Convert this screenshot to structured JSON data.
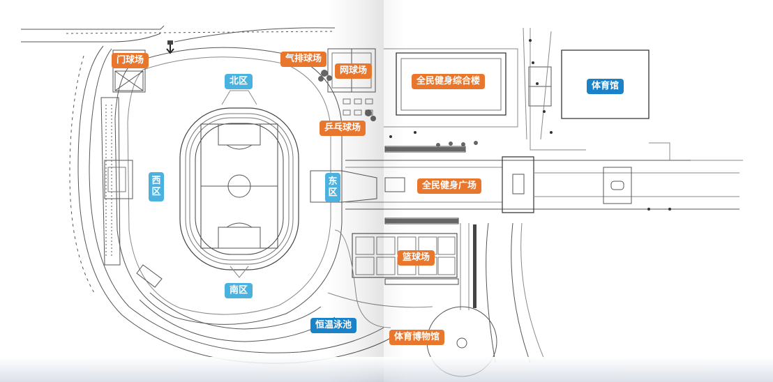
{
  "colors": {
    "orange": "#e8762c",
    "blue": "#4bb2e0",
    "darkblue": "#1a82c8",
    "line": "#555555"
  },
  "labels": {
    "door_court": "门球场",
    "volleyball": "气排球场",
    "tennis": "网球场",
    "fitness_building": "全民健身综合楼",
    "gymnasium": "体育馆",
    "north_zone": "北区",
    "west_zone": "西区",
    "east_zone": "东区",
    "south_zone": "南区",
    "table_tennis": "乒乓球场",
    "plaza": "全民健身广场",
    "basketball": "篮球场",
    "pool": "恒温泳池",
    "museum": "体育博物馆"
  }
}
